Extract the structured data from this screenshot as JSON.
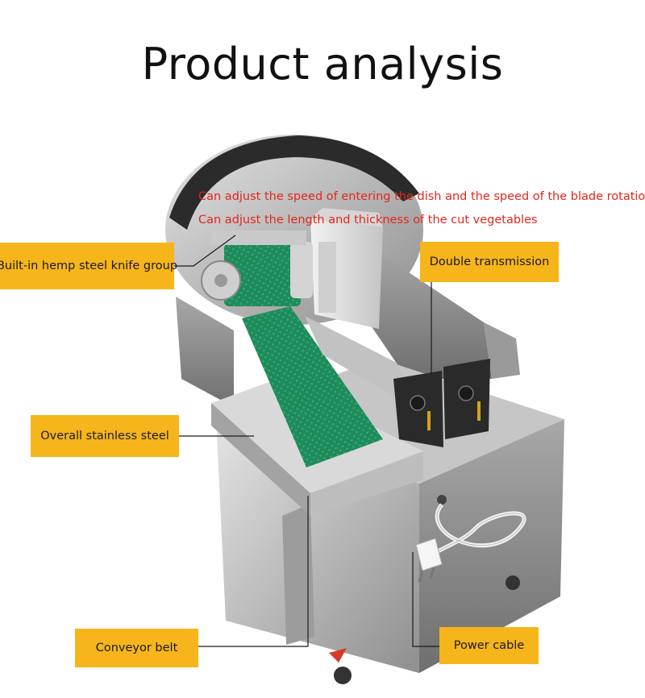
{
  "title": "Product analysis",
  "notes": {
    "speed": "Can adjust the speed of entering the dish and the speed of the blade rotation",
    "thickness": "Can adjust the length and thickness of the cut vegetables"
  },
  "labels": {
    "knife_group": "Built-in hemp steel knife group",
    "double_transmission": "Double transmission",
    "stainless": "Overall stainless steel",
    "conveyor": "Conveyor belt",
    "power_cable": "Power cable"
  },
  "colors": {
    "label_background": "#f6b51a",
    "note_text": "#e3261d",
    "belt_green": "#1f8a5a"
  }
}
